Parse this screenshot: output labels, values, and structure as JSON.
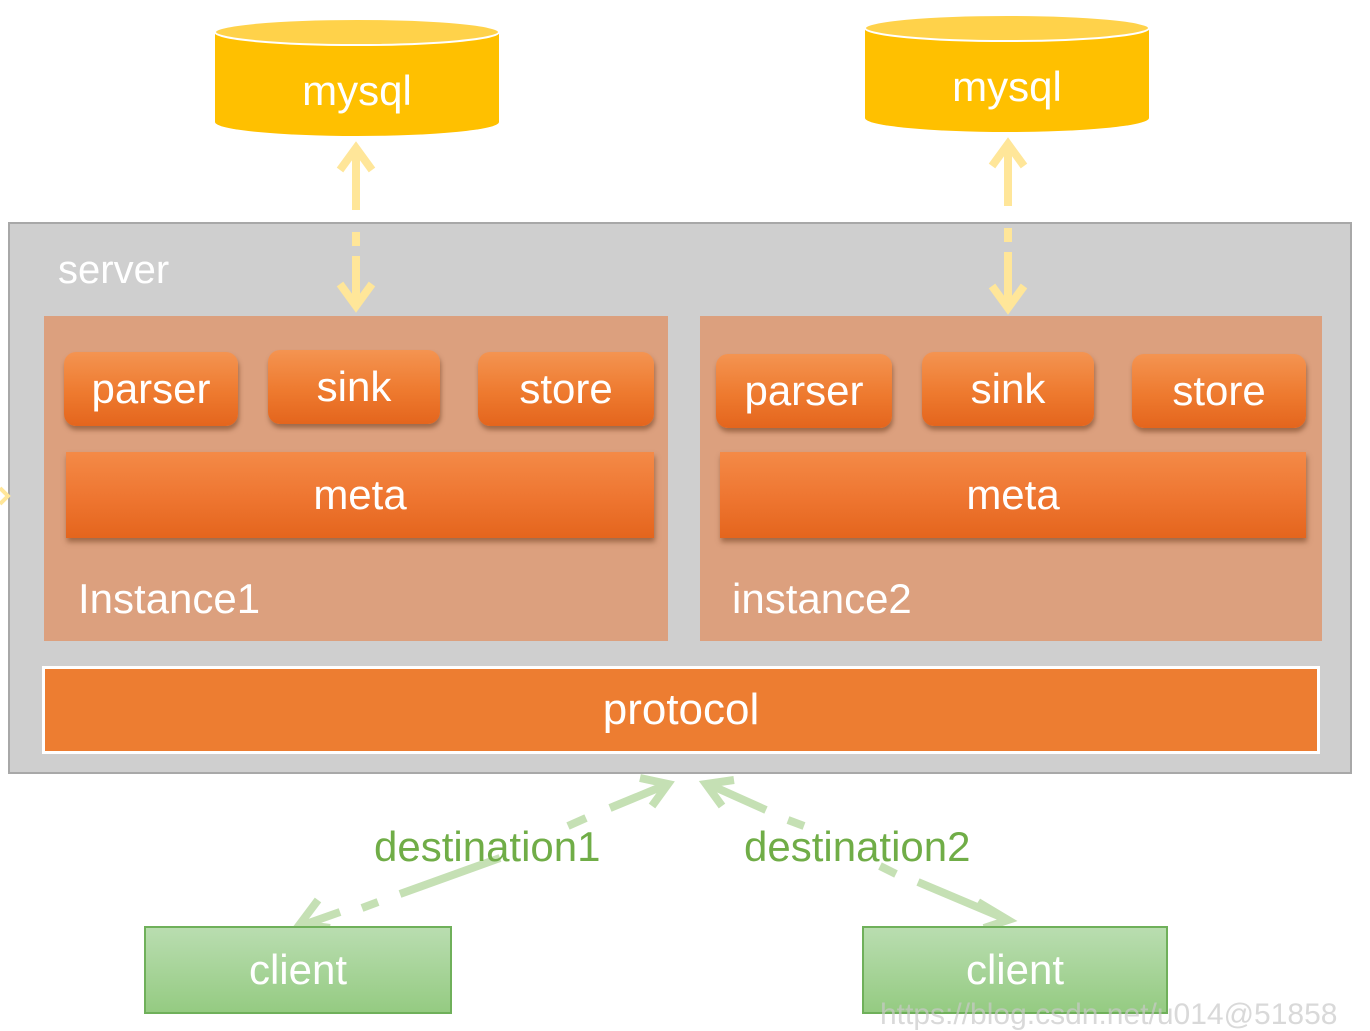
{
  "databases": [
    {
      "label": "mysql"
    },
    {
      "label": "mysql"
    }
  ],
  "server": {
    "label": "server"
  },
  "instances": [
    {
      "label": "Instance1",
      "components": [
        "parser",
        "sink",
        "store"
      ],
      "meta": "meta"
    },
    {
      "label": "instance2",
      "components": [
        "parser",
        "sink",
        "store"
      ],
      "meta": "meta"
    }
  ],
  "protocol": {
    "label": "protocol"
  },
  "destinations": [
    {
      "label": "destination1"
    },
    {
      "label": "destination2"
    }
  ],
  "clients": [
    {
      "label": "client"
    },
    {
      "label": "client"
    }
  ],
  "watermark": "https://blog.csdn.net/u014@51858",
  "colors": {
    "database": "#ffc000",
    "database_top": "#ffd24a",
    "db_arrow": "#ffe699",
    "server_bg": "#cfcfcf",
    "instance_bg": "#dca07e",
    "component": "#ed7d31",
    "protocol": "#ed7d31",
    "client": "#a9d18e",
    "destination": "#70ad47",
    "client_arrow": "#c5e0b4"
  }
}
